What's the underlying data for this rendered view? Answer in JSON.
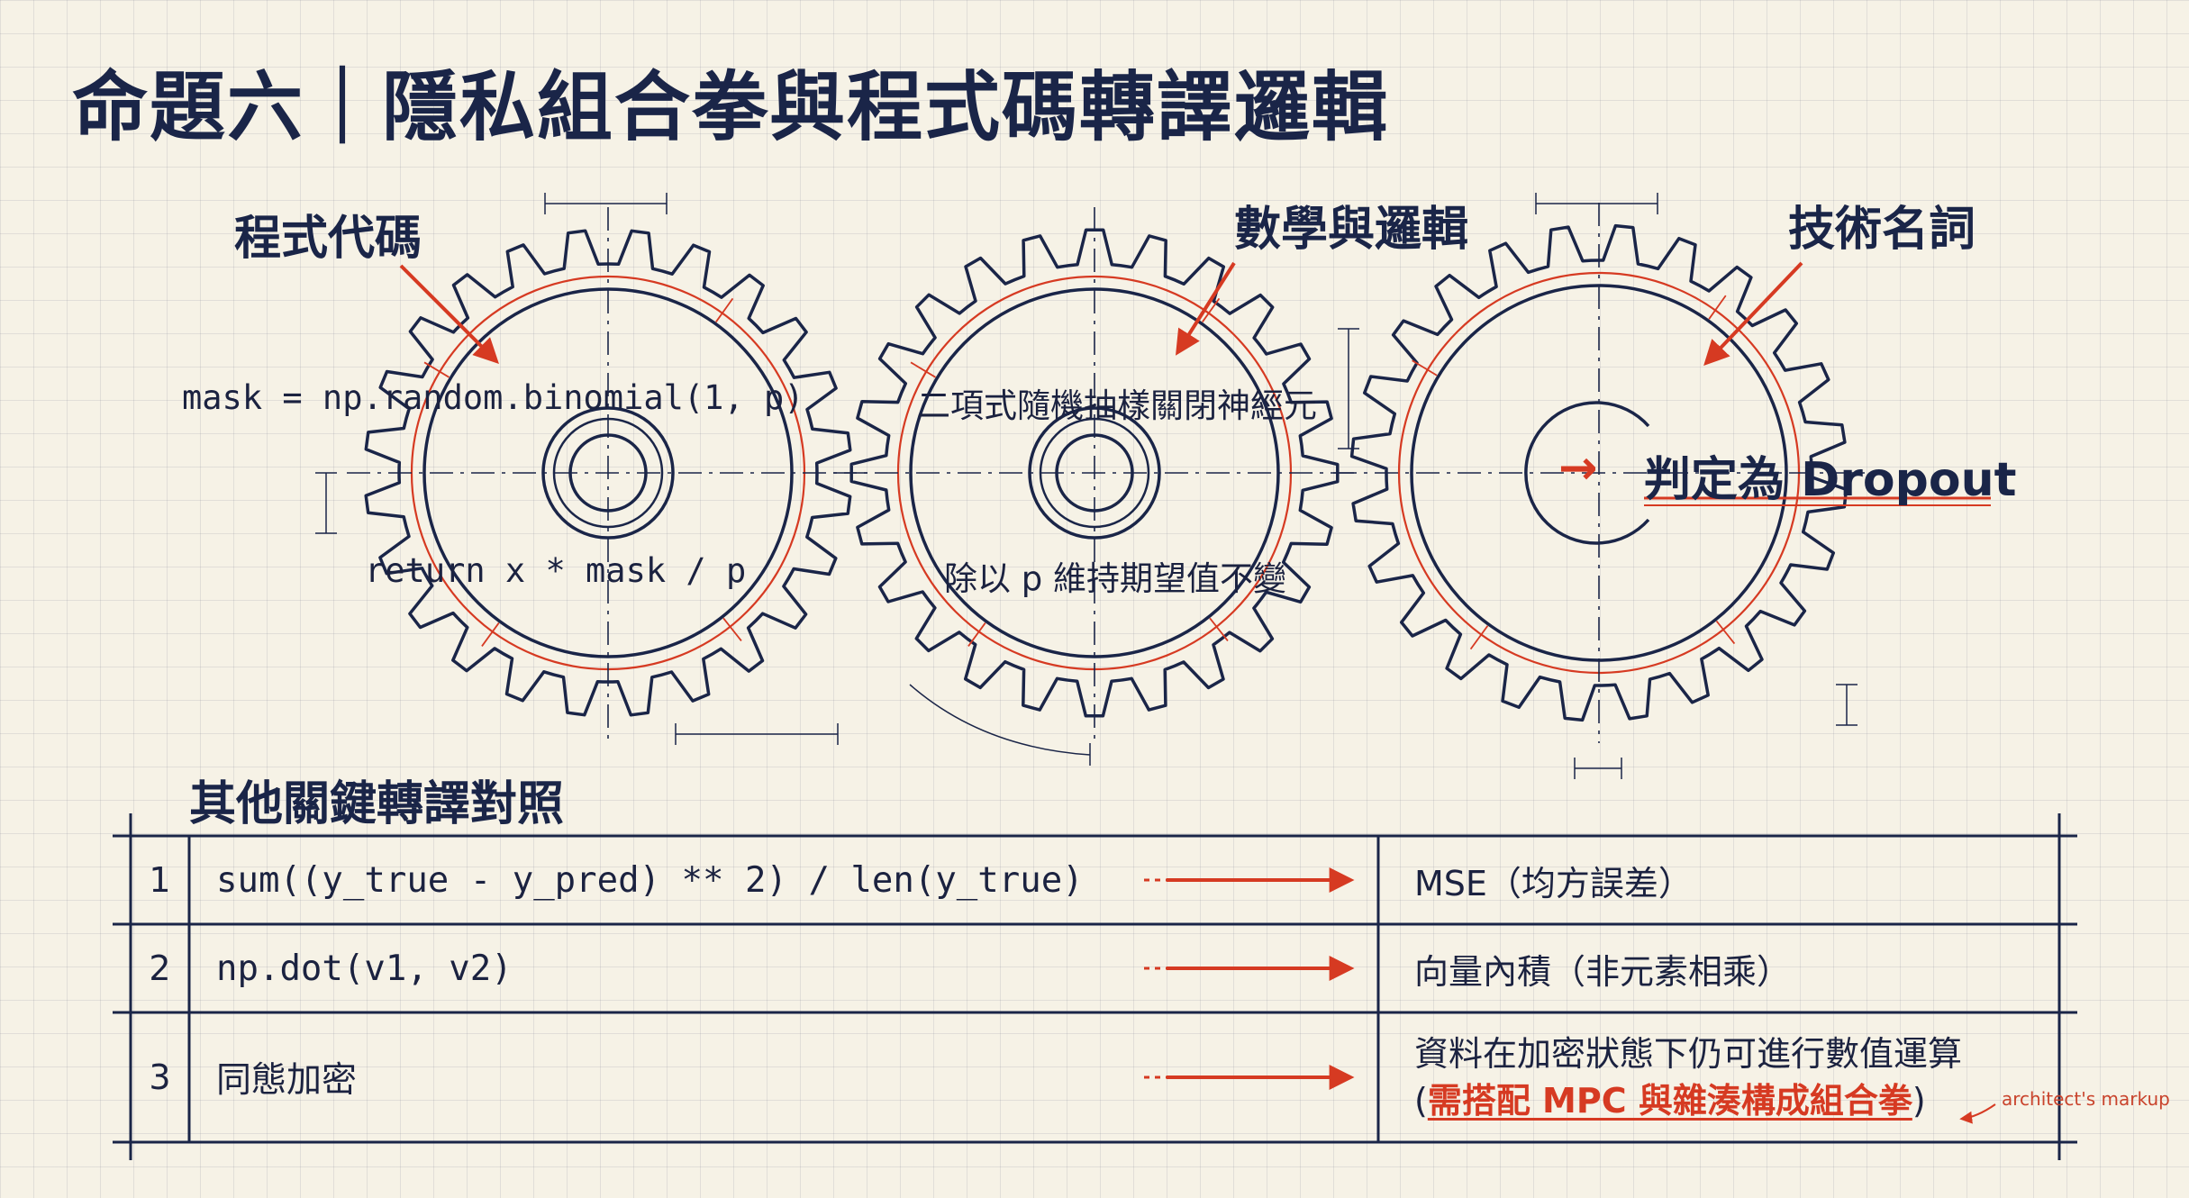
{
  "title": "命題六｜隱私組合拳與程式碼轉譯邏輯",
  "gears": {
    "left": {
      "label": "程式代碼",
      "line1": "mask = np.random.binomial(1, p)",
      "line2": "return x * mask / p"
    },
    "middle": {
      "label": "數學與邏輯",
      "line1": "二項式隨機抽樣關閉神經元",
      "line2": "除以 p 維持期望值不變"
    },
    "right": {
      "label": "技術名詞",
      "result_prefix": "→",
      "result": "判定為 Dropout"
    }
  },
  "table": {
    "title": "其他關鍵轉譯對照",
    "rows": [
      {
        "num": "1",
        "code": "sum((y_true - y_pred) ** 2) / len(y_true)",
        "result": "MSE（均方誤差）"
      },
      {
        "num": "2",
        "code": "np.dot(v1, v2)",
        "result": "向量內積（非元素相乘）"
      },
      {
        "num": "3",
        "code": "同態加密",
        "result_line1": "資料在加密狀態下仍可進行數值運算",
        "result_line2_open": "(",
        "result_line2_emph": "需搭配 MPC 與雜湊構成組合拳",
        "result_line2_close": ")"
      }
    ],
    "markup_note": "architect's markup"
  },
  "colors": {
    "ink": "#1a2548",
    "accent": "#d63a22",
    "paper": "#f6f2e6"
  }
}
